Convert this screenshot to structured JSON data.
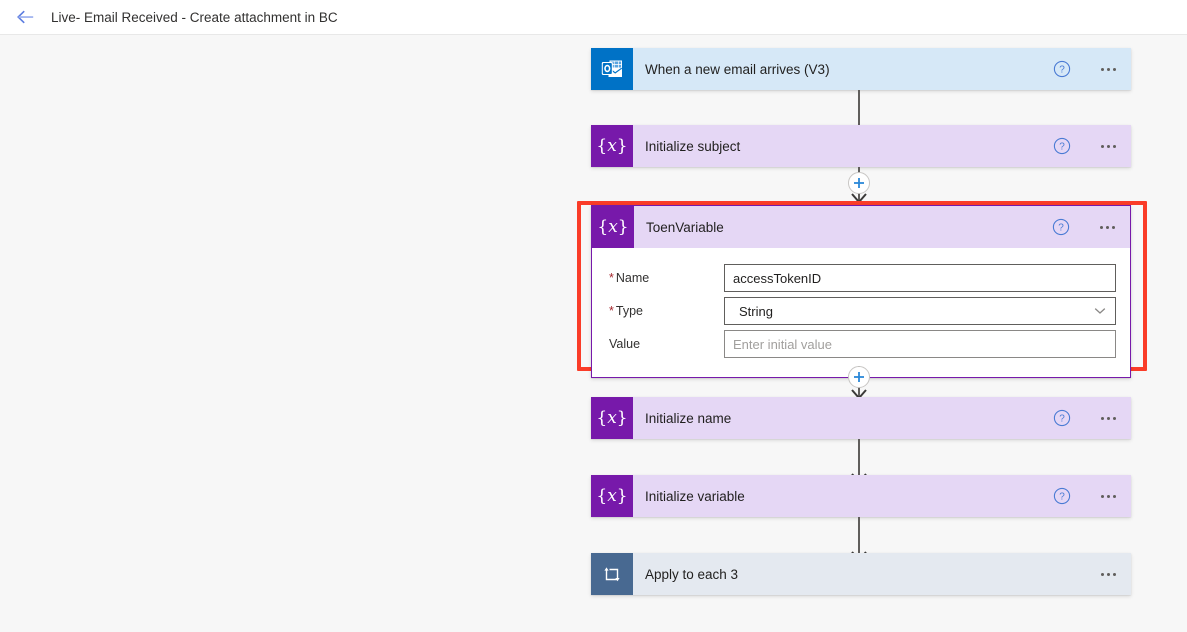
{
  "header": {
    "back_icon": "back-arrow-icon",
    "title": "Live- Email Received - Create attachment in BC"
  },
  "colors": {
    "variable_purple": "#7719aa",
    "variable_header": "#e5d7f5",
    "outlook_blue": "#0072c6",
    "outlook_header": "#d6e8f7",
    "loop_slate": "#486991",
    "loop_header": "#e4e9f0",
    "highlight_red": "#fa3c28",
    "accent_link": "#0078d4",
    "required_red": "#a4262c",
    "canvas_bg": "#f7f7f7"
  },
  "flow": {
    "steps": [
      {
        "id": "trigger",
        "title": "When a new email arrives (V3)",
        "icon": "outlook-icon",
        "has_help": true,
        "has_menu": true
      },
      {
        "id": "init-subject",
        "title": "Initialize subject",
        "icon": "variable-icon",
        "has_help": true,
        "has_menu": true
      },
      {
        "id": "toen-variable",
        "title": "ToenVariable",
        "icon": "variable-icon",
        "has_help": true,
        "has_menu": true,
        "selected": true,
        "fields": [
          {
            "label": "Name",
            "required": true,
            "control": "text",
            "value": "accessTokenID",
            "placeholder": ""
          },
          {
            "label": "Type",
            "required": true,
            "control": "select",
            "value": "String",
            "placeholder": ""
          },
          {
            "label": "Value",
            "required": false,
            "control": "text",
            "value": "",
            "placeholder": "Enter initial value"
          }
        ]
      },
      {
        "id": "init-name",
        "title": "Initialize name",
        "icon": "variable-icon",
        "has_help": true,
        "has_menu": true
      },
      {
        "id": "init-variable",
        "title": "Initialize variable",
        "icon": "variable-icon",
        "has_help": true,
        "has_menu": true
      },
      {
        "id": "apply-to-each-3",
        "title": "Apply to each 3",
        "icon": "loop-icon",
        "has_help": false,
        "has_menu": true
      }
    ],
    "insert_buttons": [
      {
        "id": "insert-after-init-subject",
        "icon": "plus-icon"
      },
      {
        "id": "insert-after-toen-variable",
        "icon": "plus-icon"
      }
    ]
  },
  "glyphs": {
    "variable_glyph": "{x}",
    "menu_glyph": "…",
    "help_glyph": "?"
  }
}
